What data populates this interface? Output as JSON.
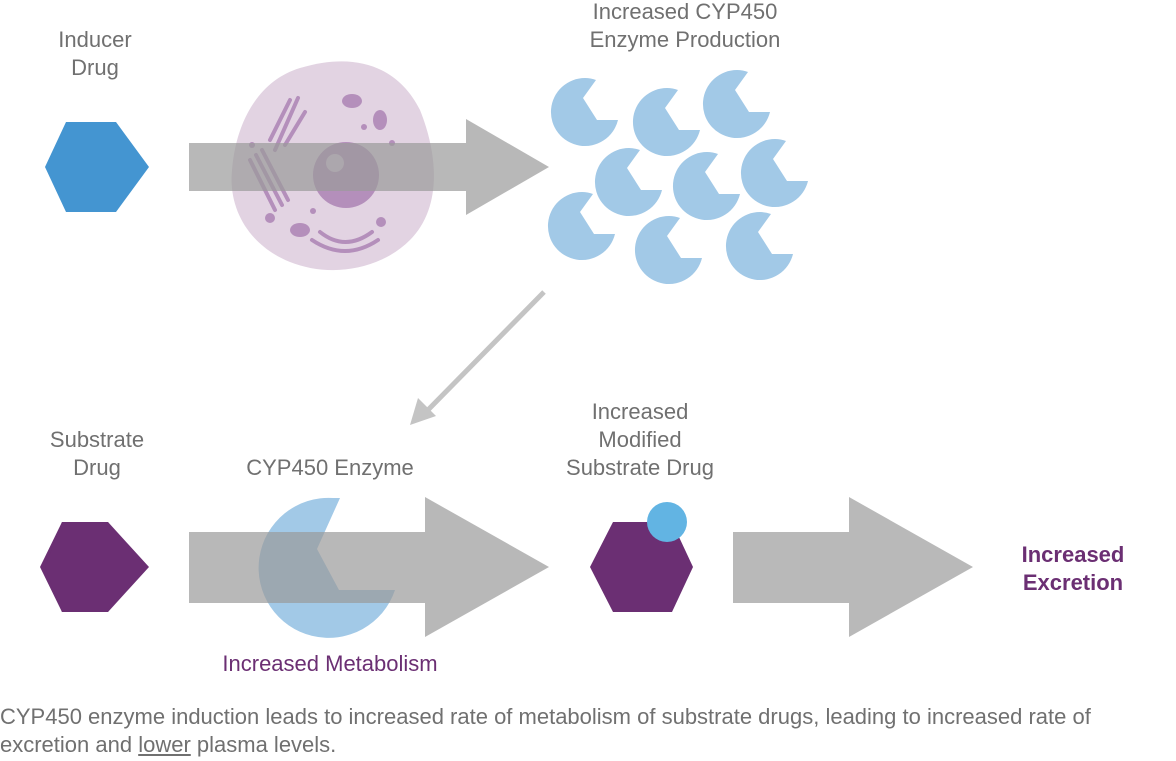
{
  "labels": {
    "inducer_drug": [
      "Inducer",
      "Drug"
    ],
    "enzyme_production": [
      "Increased CYP450",
      "Enzyme Production"
    ],
    "substrate_drug": [
      "Substrate",
      "Drug"
    ],
    "cyp450_enzyme": "CYP450 Enzyme",
    "modified_substrate": [
      "Increased",
      "Modified",
      "Substrate Drug"
    ],
    "increased_metabolism": "Increased Metabolism",
    "increased_excretion": [
      "Increased",
      "Excretion"
    ]
  },
  "caption": {
    "part1": "CYP450 enzyme induction leads to increased rate of metabolism of substrate drugs, leading to increased rate of excretion and ",
    "underlined": "lower",
    "part2": " plasma levels."
  },
  "colors": {
    "inducer_blue": "#4495d1",
    "substrate_purple": "#6b2f73",
    "enzyme_light_blue": "#a2c9e7",
    "metabolite_blue": "#62b4e3",
    "arrow_gray": "#b9b9b9",
    "cell_lavender": "#e2d3e2",
    "organelle_purple": "#b48fbb",
    "text_gray": "#707070"
  },
  "enzyme_count": 9
}
